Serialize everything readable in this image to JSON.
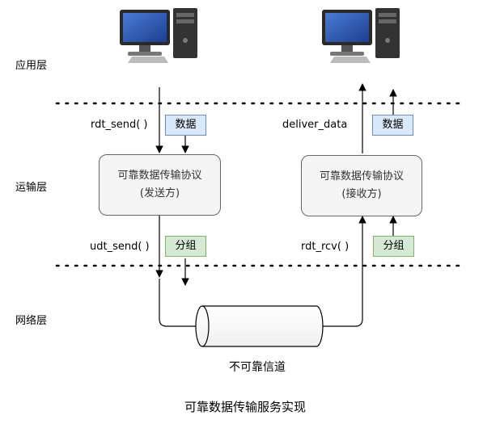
{
  "layers": {
    "application": "应用层",
    "transport": "运输层",
    "network": "网络层"
  },
  "sender": {
    "func_top": "rdt_send( )",
    "data_tag": "数据",
    "box_line1": "可靠数据传输协议",
    "box_line2": "(发送方)",
    "func_bottom": "udt_send( )",
    "packet_tag": "分组"
  },
  "receiver": {
    "func_top": "deliver_data",
    "data_tag": "数据",
    "box_line1": "可靠数据传输协议",
    "box_line2": "(接收方)",
    "func_bottom": "rdt_rcv( )",
    "packet_tag": "分组"
  },
  "channel_label": "不可靠信道",
  "caption": "可靠数据传输服务实现"
}
